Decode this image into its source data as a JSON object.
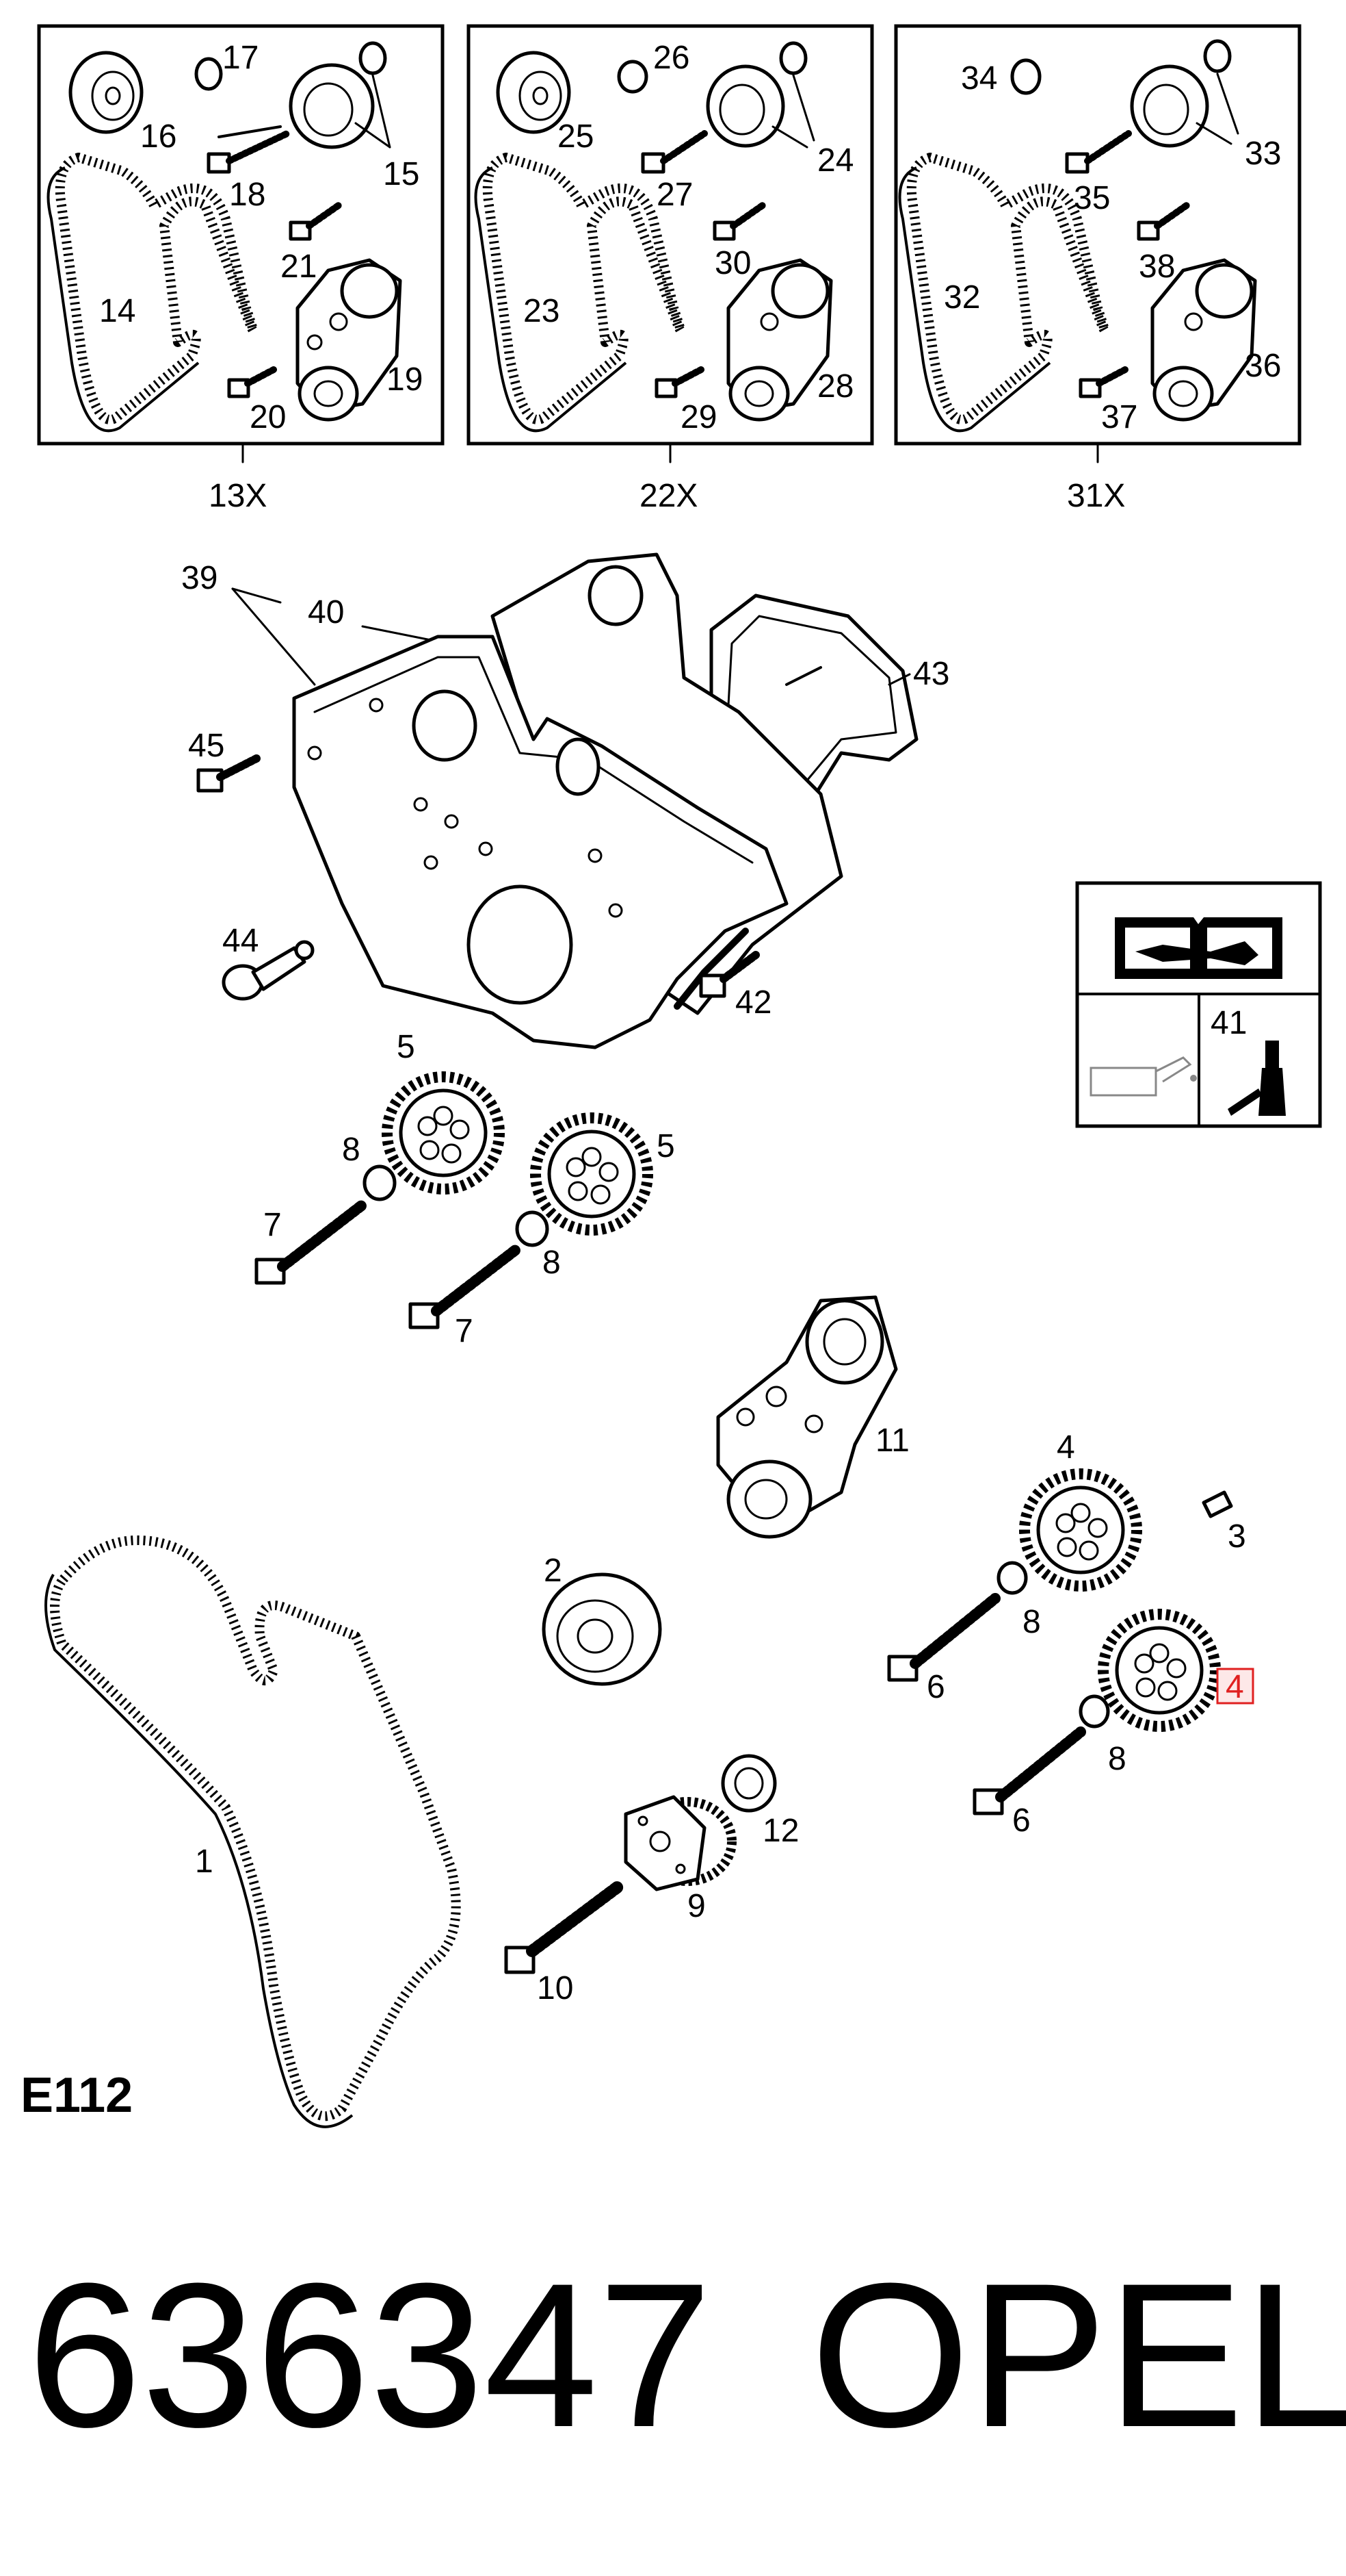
{
  "diagram": {
    "kit_labels": [
      "13X",
      "22X",
      "31X"
    ],
    "panel1_callouts": [
      "17",
      "16",
      "15",
      "18",
      "21",
      "14",
      "19",
      "20"
    ],
    "panel2_callouts": [
      "26",
      "25",
      "24",
      "27",
      "30",
      "23",
      "28",
      "29"
    ],
    "panel3_callouts": [
      "34",
      "33",
      "35",
      "38",
      "32",
      "36",
      "37"
    ],
    "main_callouts": {
      "c39": "39",
      "c40": "40",
      "c43": "43",
      "c45": "45",
      "c44": "44",
      "c42": "42",
      "c41": "41",
      "c5a": "5",
      "c5b": "5",
      "c8a": "8",
      "c8b": "8",
      "c7a": "7",
      "c7b": "7",
      "c11": "11",
      "c4": "4",
      "c3": "3",
      "c2": "2",
      "c8c": "8",
      "c6a": "6",
      "c4hl": "4",
      "c8d": "8",
      "c6b": "6",
      "c1": "1",
      "c12": "12",
      "c9": "9",
      "c10": "10"
    },
    "figure_code": "E112",
    "highlight_color": "#e02020"
  },
  "footer": {
    "part_number": "636347",
    "brand": "OPEL"
  }
}
